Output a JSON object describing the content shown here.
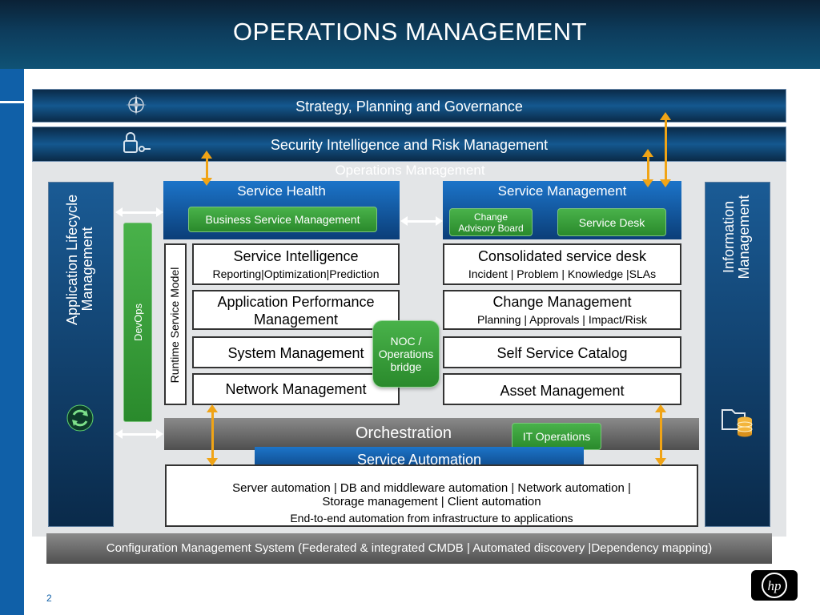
{
  "title": "OPERATIONS MANAGEMENT",
  "bands": {
    "strategy": "Strategy, Planning and Governance",
    "security": "Security Intelligence and Risk Management",
    "operations": "Operations  Management"
  },
  "columns": {
    "alm_line1": "Application Lifecycle",
    "alm_line2": "Management",
    "info_line1": "Information",
    "info_line2": "Management",
    "devops": "DevOps",
    "runtime": "Runtime Service Model"
  },
  "service_health": {
    "title": "Service Health",
    "button": "Business Service Management"
  },
  "service_management": {
    "title": "Service Management",
    "cab_line1": "Change",
    "cab_line2": "Advisory Board",
    "service_desk": "Service Desk"
  },
  "left_boxes": {
    "service_intelligence": "Service Intelligence",
    "service_intelligence_sub": "Reporting|Optimization|Prediction",
    "apm_line1": "Application Performance",
    "apm_line2": "Management",
    "system": "System Management",
    "network": "Network  Management"
  },
  "right_boxes": {
    "consolidated": "Consolidated service desk",
    "consolidated_sub": "Incident | Problem | Knowledge |SLAs",
    "change": "Change Management",
    "change_sub": "Planning | Approvals | Impact/Risk",
    "catalog": "Self Service Catalog",
    "asset": "Asset Management"
  },
  "noc": {
    "line1": "NOC /",
    "line2": "Operations",
    "line3": "bridge"
  },
  "orchestration": {
    "title": "Orchestration",
    "it_ops": "IT Operations",
    "service_automation": "Service Automation",
    "line1": "Server automation | DB and middleware automation | Network automation |",
    "line2": "Storage management | Client automation",
    "line3": "End-to-end automation from infrastructure to applications"
  },
  "cms": "Configuration Management System (Federated & integrated CMDB | Automated discovery |Dependency mapping)",
  "page_number": "2",
  "icons": [
    "compass-icon",
    "lock-key-icon",
    "recycle-icon",
    "folder-database-icon",
    "hp-logo-icon"
  ],
  "colors": {
    "header_dark": "#0b2236",
    "accent_blue": "#1060a8",
    "green": "#3a9d3b",
    "arrow_orange": "#f0a416",
    "gray": "#6a6a6a"
  }
}
